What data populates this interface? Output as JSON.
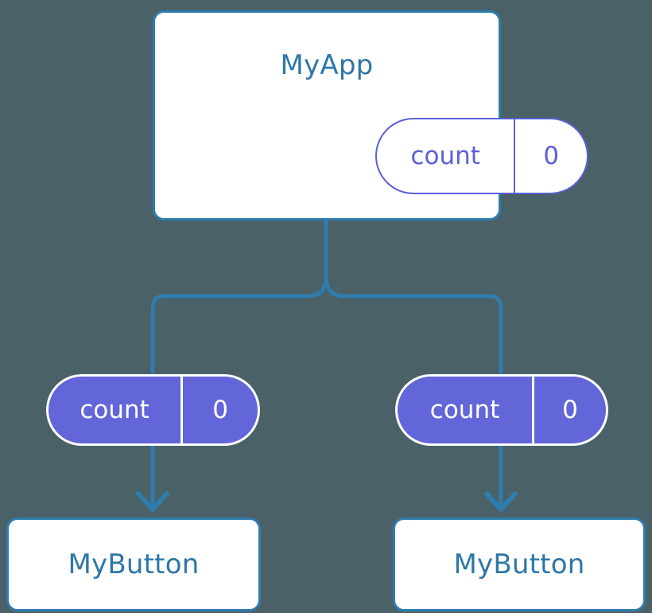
{
  "diagram": {
    "title_text": "MyApp",
    "type": "component-tree",
    "background_color": "#4a6168",
    "colors": {
      "background": "#4a6168",
      "card_fill": "#ffffff",
      "card_border": "#2f7cae",
      "card_text": "#2d77a8",
      "pill_outline_stroke": "#5a61d6",
      "pill_fill": "#6366d8",
      "pill_filled_text": "#ffffff",
      "connector": "#2f7cae"
    }
  },
  "root": {
    "name": "root-component",
    "title": "MyApp",
    "state": {
      "key": "count",
      "value": "0"
    }
  },
  "props": [
    {
      "name": "prop-pill-left",
      "key": "count",
      "value": "0"
    },
    {
      "name": "prop-pill-right",
      "key": "count",
      "value": "0"
    }
  ],
  "children": [
    {
      "name": "child-component-left",
      "title": "MyButton"
    },
    {
      "name": "child-component-right",
      "title": "MyButton"
    }
  ],
  "connectors": {
    "trunk_label": "",
    "fork_label": "",
    "arrow_left_label": "",
    "arrow_right_label": ""
  }
}
